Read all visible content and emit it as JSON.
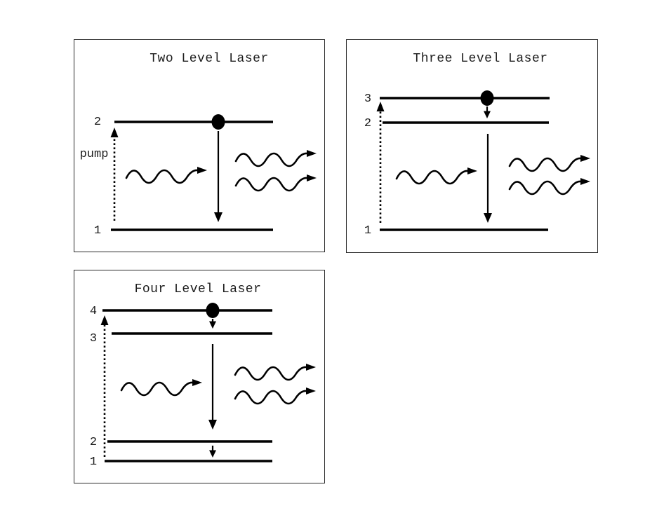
{
  "page": {
    "background_color": "#ffffff"
  },
  "colors": {
    "ink": "#1c1c1c",
    "line": "#000000",
    "panel_border": "#2a2a2a"
  },
  "panels": [
    {
      "title": "Two Level Laser",
      "pump_label": "pump",
      "levels": [
        {
          "label": "2"
        },
        {
          "label": "1"
        }
      ]
    },
    {
      "title": "Three Level Laser",
      "levels": [
        {
          "label": "3"
        },
        {
          "label": "2"
        },
        {
          "label": "1"
        }
      ]
    },
    {
      "title": "Four Level Laser",
      "levels": [
        {
          "label": "4"
        },
        {
          "label": "3"
        },
        {
          "label": "2"
        },
        {
          "label": "1"
        }
      ]
    }
  ]
}
